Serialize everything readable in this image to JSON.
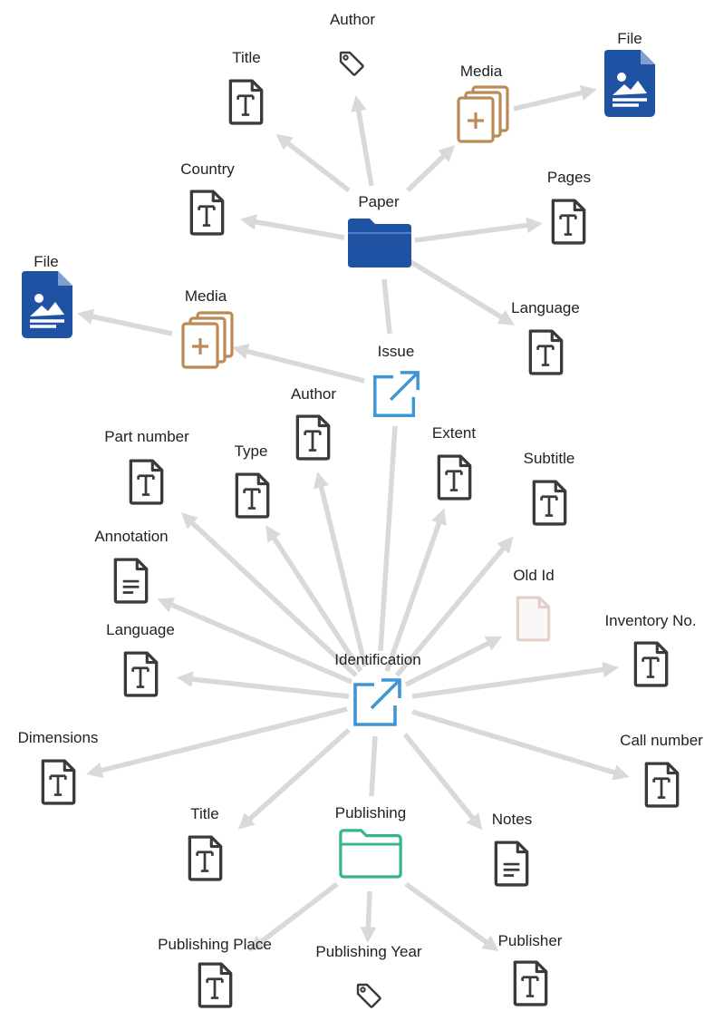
{
  "colors": {
    "edge": "#d9d9d9",
    "text_icon": "#3a3a3a",
    "file_blue": "#1f52a3",
    "folder_blue": "#1f52a3",
    "folder_green": "#35b58a",
    "media_brown": "#bb8a55",
    "link_blue": "#3f96d4",
    "old_id_pink": "#e3cfc9"
  },
  "nodes": {
    "author_top": {
      "label": "Author",
      "icon": "tag-icon"
    },
    "title_top": {
      "label": "Title",
      "icon": "text-file-icon"
    },
    "media_top": {
      "label": "Media",
      "icon": "media-add-icon"
    },
    "file_top": {
      "label": "File",
      "icon": "image-file-icon"
    },
    "country": {
      "label": "Country",
      "icon": "text-file-icon"
    },
    "paper": {
      "label": "Paper",
      "icon": "folder-icon"
    },
    "pages": {
      "label": "Pages",
      "icon": "text-file-icon"
    },
    "file_left": {
      "label": "File",
      "icon": "image-file-icon"
    },
    "media_left": {
      "label": "Media",
      "icon": "media-add-icon"
    },
    "language_top": {
      "label": "Language",
      "icon": "text-file-icon"
    },
    "issue": {
      "label": "Issue",
      "icon": "external-link-icon"
    },
    "author_mid": {
      "label": "Author",
      "icon": "text-file-icon"
    },
    "part_number": {
      "label": "Part number",
      "icon": "text-file-icon"
    },
    "type": {
      "label": "Type",
      "icon": "text-file-icon"
    },
    "extent": {
      "label": "Extent",
      "icon": "text-file-icon"
    },
    "subtitle": {
      "label": "Subtitle",
      "icon": "text-file-icon"
    },
    "annotation": {
      "label": "Annotation",
      "icon": "document-lines-icon"
    },
    "old_id": {
      "label": "Old Id",
      "icon": "blank-file-icon"
    },
    "language_mid": {
      "label": "Language",
      "icon": "text-file-icon"
    },
    "identification": {
      "label": "Identification",
      "icon": "external-link-icon"
    },
    "inventory_no": {
      "label": "Inventory No.",
      "icon": "text-file-icon"
    },
    "dimensions": {
      "label": "Dimensions",
      "icon": "text-file-icon"
    },
    "call_number": {
      "label": "Call number",
      "icon": "text-file-icon"
    },
    "title_bottom": {
      "label": "Title",
      "icon": "text-file-icon"
    },
    "publishing": {
      "label": "Publishing",
      "icon": "folder-outline-icon"
    },
    "notes": {
      "label": "Notes",
      "icon": "document-lines-icon"
    },
    "publishing_place": {
      "label": "Publishing Place",
      "icon": "text-file-icon"
    },
    "publishing_year": {
      "label": "Publishing Year",
      "icon": "tag-icon"
    },
    "publisher": {
      "label": "Publisher",
      "icon": "text-file-icon"
    }
  }
}
